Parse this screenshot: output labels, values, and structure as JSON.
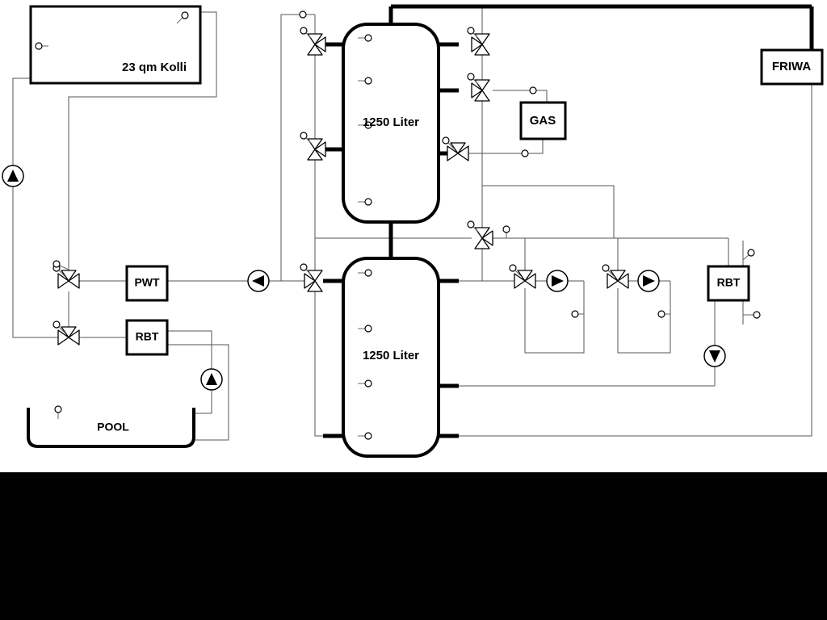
{
  "diagram": {
    "collector_label": "23 qm Kolli",
    "tank_top_label": "1250 Liter",
    "tank_bottom_label": "1250 Liter",
    "gas_label": "GAS",
    "friwa_label": "FRIWA",
    "pwt_label": "PWT",
    "rbt_left_label": "RBT",
    "rbt_right_label": "RBT",
    "pool_label": "POOL",
    "colors": {
      "pipe": "#555555",
      "main_line": "#000000",
      "canvas": "#ffffff",
      "footer": "#000000"
    }
  }
}
